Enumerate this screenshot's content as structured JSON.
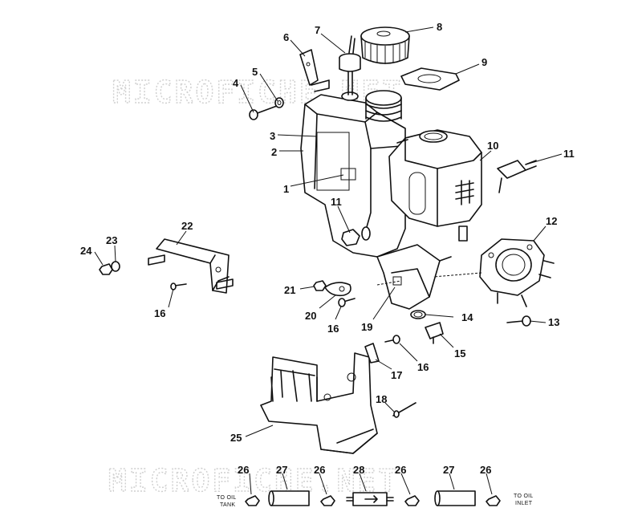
{
  "watermark": "MICROFICHE.NET",
  "callouts": [
    "1",
    "2",
    "3",
    "4",
    "5",
    "6",
    "7",
    "8",
    "9",
    "10",
    "11",
    "11",
    "12",
    "13",
    "14",
    "15",
    "16",
    "16",
    "16",
    "17",
    "18",
    "19",
    "20",
    "21",
    "22",
    "23",
    "24",
    "25",
    "26",
    "26",
    "26",
    "26",
    "27",
    "27",
    "28"
  ],
  "bottom_labels": {
    "to_oil_tank": [
      "TO OIL",
      "TANK"
    ],
    "to_oil_inlet": [
      "TO OIL",
      "INLET"
    ]
  }
}
